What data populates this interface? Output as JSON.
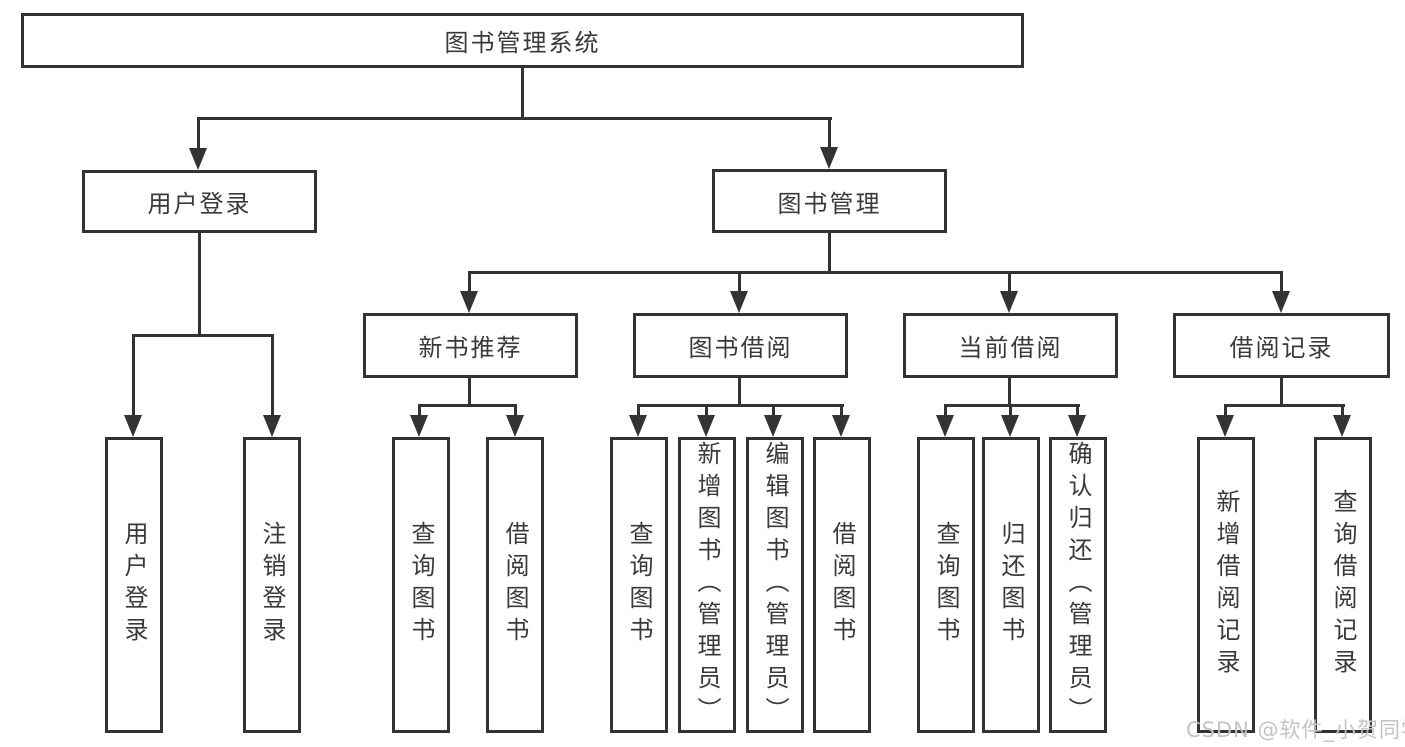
{
  "diagram": {
    "root": {
      "label": "图书管理系统"
    },
    "level2": [
      {
        "label": "用户登录"
      },
      {
        "label": "图书管理"
      }
    ],
    "level3": [
      {
        "label": "新书推荐"
      },
      {
        "label": "图书借阅"
      },
      {
        "label": "当前借阅"
      },
      {
        "label": "借阅记录"
      }
    ],
    "leaves": [
      {
        "label": "用户登录"
      },
      {
        "label": "注销登录"
      },
      {
        "label": "查询图书"
      },
      {
        "label": "借阅图书"
      },
      {
        "label": "查询图书"
      },
      {
        "label": "新增图书（管理员）"
      },
      {
        "label": "编辑图书（管理员）"
      },
      {
        "label": "借阅图书"
      },
      {
        "label": "查询图书"
      },
      {
        "label": "归还图书"
      },
      {
        "label": "确认归还（管理员）"
      },
      {
        "label": "新增借阅记录"
      },
      {
        "label": "查询借阅记录"
      }
    ]
  },
  "watermark": {
    "text": "CSDN @软件_小贺同学"
  },
  "colors": {
    "line": "#333333",
    "box_bg": "#ffffff",
    "watermark": "#c4c4c4"
  }
}
